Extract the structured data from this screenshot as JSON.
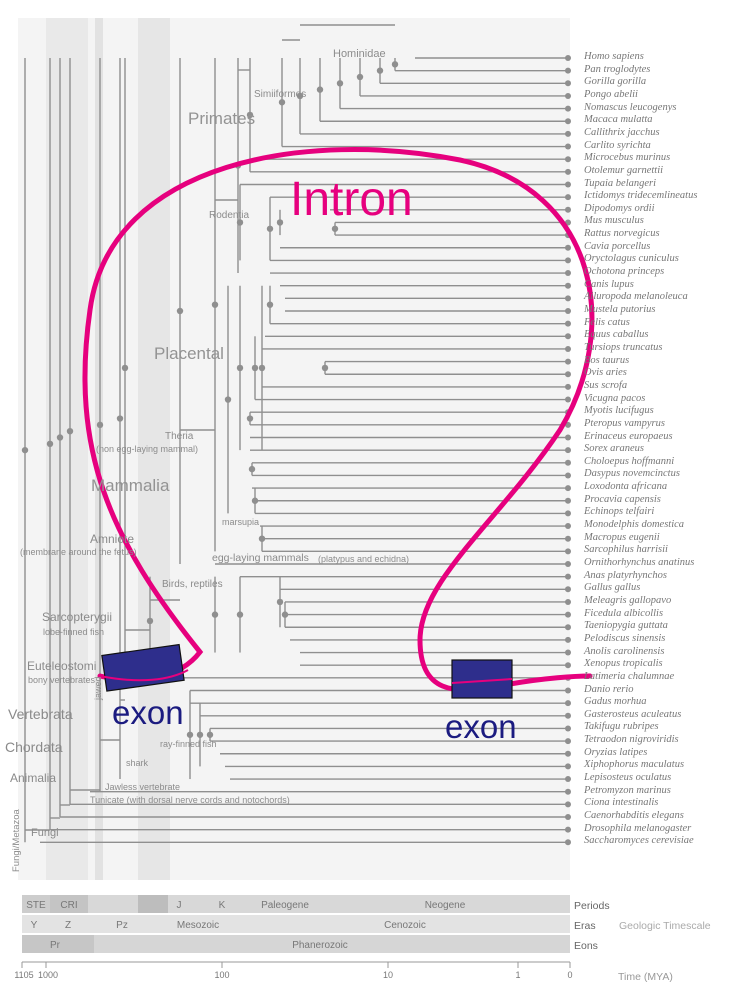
{
  "clades": {
    "hominidae": "Hominidae",
    "simiiformes": "Simiiformes",
    "primates": "Primates",
    "rodentia": "Rodentia",
    "placental": "Placental",
    "theria": "Theria",
    "theria_note": "(non egg-laying mammal)",
    "mammalia": "Mammalia",
    "marsupia": "marsupia",
    "amniote": "Amniote",
    "amniote_note": "(membrane around the fetus)",
    "egg_laying": "egg-laying mammals",
    "egg_laying_note": "(platypus and echidna)",
    "birds_reptiles": "Birds, reptiles",
    "sarcopterygii": "Sarcopterygii",
    "sarcopterygii_note": "lobe-finned fish",
    "euteleostomi": "Euteleostomi",
    "euteleostomi_note": "bony vertebrates",
    "vertebrata": "Vertebrata",
    "jawed": "jawed",
    "ray_finned": "ray-finned fish",
    "shark": "shark",
    "chordata": "Chordata",
    "jawless": "Jawless vertebrate",
    "animalia": "Animalia",
    "tunicate": "Tunicate (with dorsal nerve cords and notochords)",
    "fungi": "Fungi",
    "fungi_metazoa": "Fungi/Metazoa"
  },
  "species": [
    "Homo sapiens",
    "Pan troglodytes",
    "Gorilla gorilla",
    "Pongo abelii",
    "Nomascus leucogenys",
    "Macaca mulatta",
    "Callithrix jacchus",
    "Carlito syrichta",
    "Microcebus murinus",
    "Otolemur garnettii",
    "Tupaia belangeri",
    "Ictidomys tridecemlineatus",
    "Dipodomys ordii",
    "Mus musculus",
    "Rattus norvegicus",
    "Cavia porcellus",
    "Oryctolagus cuniculus",
    "Ochotona princeps",
    "Canis lupus",
    "Ailuropoda melanoleuca",
    "Mustela putorius",
    "Felis catus",
    "Equus caballus",
    "Tursiops truncatus",
    "Bos taurus",
    "Ovis aries",
    "Sus scrofa",
    "Vicugna pacos",
    "Myotis lucifugus",
    "Pteropus vampyrus",
    "Erinaceus europaeus",
    "Sorex araneus",
    "Choloepus hoffmanni",
    "Dasypus novemcinctus",
    "Loxodonta africana",
    "Procavia capensis",
    "Echinops telfairi",
    "Monodelphis domestica",
    "Macropus eugenii",
    "Sarcophilus harrisii",
    "Ornithorhynchus anatinus",
    "Anas platyrhynchos",
    "Gallus gallus",
    "Meleagris gallopavo",
    "Ficedula albicollis",
    "Taeniopygia guttata",
    "Pelodiscus sinensis",
    "Anolis carolinensis",
    "Xenopus tropicalis",
    "Latimeria chalumnae",
    "Danio rerio",
    "Gadus morhua",
    "Gasterosteus aculeatus",
    "Takifugu rubripes",
    "Tetraodon nigroviridis",
    "Oryzias latipes",
    "Xiphophorus maculatus",
    "Lepisosteus oculatus",
    "Petromyzon marinus",
    "Ciona intestinalis",
    "Caenorhabditis elegans",
    "Drosophila melanogaster",
    "Saccharomyces cerevisiae"
  ],
  "overlay": {
    "intron": "Intron",
    "exon_left": "exon",
    "exon_right": "exon",
    "intron_color": "#e6007e",
    "exon_color": "#2e2e8c"
  },
  "timescale": {
    "periods": [
      "STE",
      "CRI",
      "J",
      "K",
      "Paleogene",
      "Neogene"
    ],
    "eras": [
      "Y",
      "Z",
      "Pz",
      "Mesozoic",
      "Cenozoic"
    ],
    "eons": [
      "Pr",
      "Phanerozoic"
    ],
    "row_labels": [
      "Periods",
      "Eras",
      "Eons"
    ],
    "title": "Geologic Timescale",
    "axis_label": "Time (MYA)",
    "ticks": [
      "1105",
      "1000",
      "100",
      "10",
      "1",
      "0"
    ]
  }
}
